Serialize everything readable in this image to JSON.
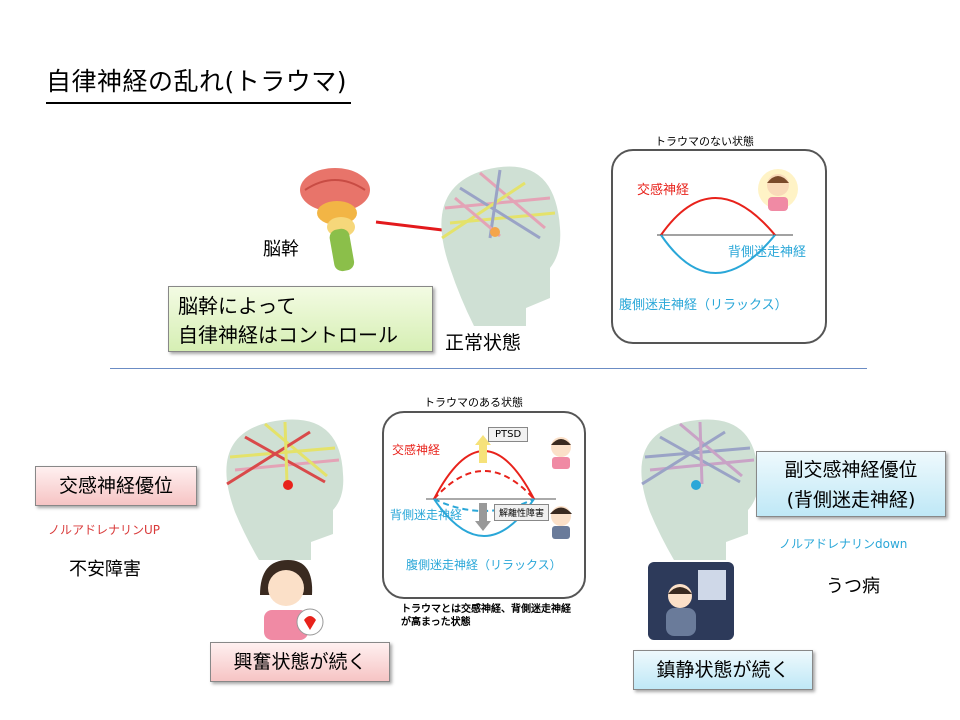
{
  "title": "自律神経の乱れ(トラウマ)",
  "top": {
    "brainstem_label": "脳幹",
    "control_box": [
      "脳幹によって",
      "自律神経はコントロール"
    ],
    "normal_label": "正常状態",
    "panel_title": "トラウマのない状態",
    "sympathetic": "交感神経",
    "dorsal_vagal": "背側迷走神経",
    "ventral_vagal": "腹側迷走神経（リラックス）"
  },
  "left": {
    "dominance_box": "交感神経優位",
    "hormone": "ノルアドレナリンUP",
    "condition": "不安障害",
    "state_box": "興奮状態が続く"
  },
  "center": {
    "panel_title": "トラウマのある状態",
    "sympathetic": "交感神経",
    "ptsd": "PTSD",
    "dorsal_vagal": "背側迷走神経",
    "dissociation": "解離性障害",
    "ventral_vagal": "腹側迷走神経（リラックス）",
    "caption": [
      "トラウマとは交感神経、背側迷走神経",
      "が高まった状態"
    ]
  },
  "right": {
    "dominance_box": [
      "副交感神経優位",
      "(背側迷走神経)"
    ],
    "hormone": "ノルアドレナリンdown",
    "condition": "うつ病",
    "state_box": "鎮静状態が続く"
  },
  "colors": {
    "sympathetic": "#e8221b",
    "parasympathetic": "#2aa7d8",
    "head": "#cfe0d4",
    "arrow": "#e3191c",
    "brainstem_dot": "#f4a54b"
  }
}
